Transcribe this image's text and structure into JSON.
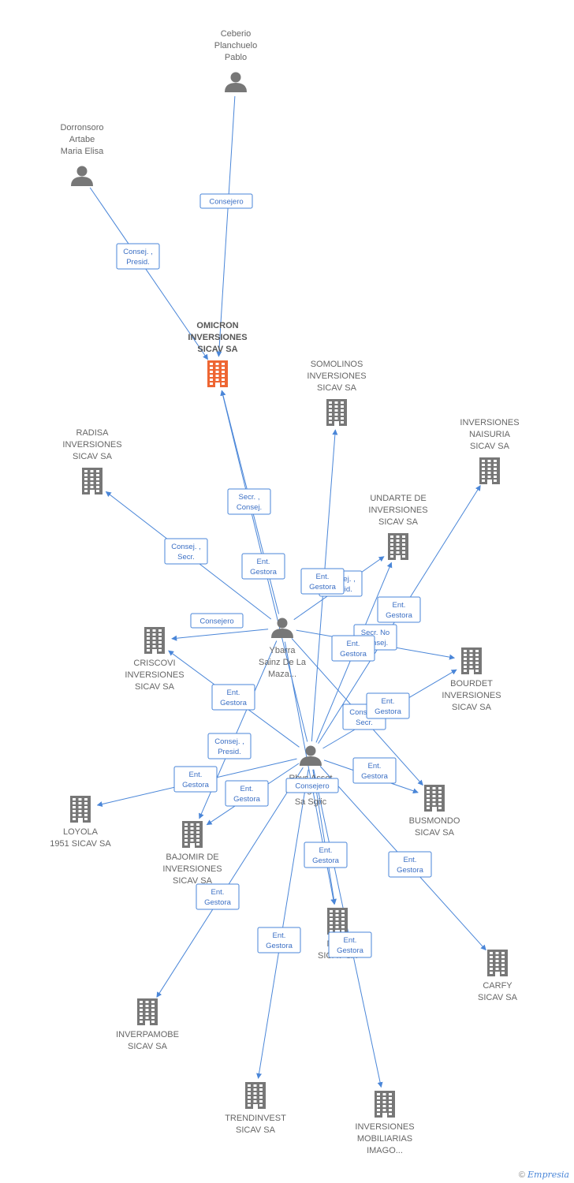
{
  "colors": {
    "edge": "#4a86d8",
    "node": "#777777",
    "main_node": "#ee6633"
  },
  "nodes": [
    {
      "id": "omicron",
      "kind": "company",
      "main": true,
      "label": [
        "OMICRON",
        "INVERSIONES",
        "SICAV SA"
      ]
    },
    {
      "id": "ceberio",
      "kind": "person",
      "label": [
        "Ceberio",
        "Planchuelo",
        "Pablo"
      ]
    },
    {
      "id": "dorronsoro",
      "kind": "person",
      "label": [
        "Dorronsoro",
        "Artabe",
        "Maria Elisa"
      ]
    },
    {
      "id": "ybarra",
      "kind": "person",
      "label": [
        "Ybarra",
        "Sainz De La",
        "Maza..."
      ]
    },
    {
      "id": "rbvs",
      "kind": "person",
      "label": [
        "Rbvs Asset",
        "Management",
        "Sa Sgiic"
      ]
    },
    {
      "id": "somolinos",
      "kind": "company",
      "label": [
        "SOMOLINOS",
        "INVERSIONES",
        "SICAV SA"
      ]
    },
    {
      "id": "radisa",
      "kind": "company",
      "label": [
        "RADISA",
        "INVERSIONES",
        "SICAV SA"
      ]
    },
    {
      "id": "naisuria",
      "kind": "company",
      "label": [
        "INVERSIONES",
        "NAISURIA",
        "SICAV SA"
      ]
    },
    {
      "id": "undarte",
      "kind": "company",
      "label": [
        "UNDARTE DE",
        "INVERSIONES",
        "SICAV SA"
      ]
    },
    {
      "id": "criscovi",
      "kind": "company",
      "label": [
        "CRISCOVI",
        "INVERSIONES",
        "SICAV SA"
      ]
    },
    {
      "id": "bourdet",
      "kind": "company",
      "label": [
        "BOURDET",
        "INVERSIONES",
        "SICAV SA"
      ]
    },
    {
      "id": "loyola",
      "kind": "company",
      "label": [
        "LOYOLA",
        "1951 SICAV SA"
      ]
    },
    {
      "id": "bajomir",
      "kind": "company",
      "label": [
        "BAJOMIR DE",
        "INVERSIONES",
        "SICAV SA"
      ]
    },
    {
      "id": "busmondo",
      "kind": "company",
      "label": [
        "BUSMONDO",
        "SICAV SA"
      ]
    },
    {
      "id": "mo",
      "kind": "company",
      "label": [
        "MO...",
        "SICAV SA"
      ]
    },
    {
      "id": "carfy",
      "kind": "company",
      "label": [
        "CARFY",
        "SICAV SA"
      ]
    },
    {
      "id": "inverpamobe",
      "kind": "company",
      "label": [
        "INVERPAMOBE",
        "SICAV SA"
      ]
    },
    {
      "id": "trendinvest",
      "kind": "company",
      "label": [
        "TRENDINVEST",
        "SICAV SA"
      ]
    },
    {
      "id": "imago",
      "kind": "company",
      "label": [
        "INVERSIONES",
        "MOBILIARIAS",
        "IMAGO..."
      ]
    }
  ],
  "edges": [
    {
      "from": "ceberio",
      "to": "omicron",
      "label": [
        "Consejero"
      ]
    },
    {
      "from": "dorronsoro",
      "to": "omicron",
      "label": [
        "Consej. ,",
        "Presid."
      ]
    },
    {
      "from": "ybarra",
      "to": "omicron",
      "label": [
        "Secr. ,",
        "Consej."
      ]
    },
    {
      "from": "rbvs",
      "to": "omicron",
      "label": [
        "Ent.",
        "Gestora"
      ]
    },
    {
      "from": "ybarra",
      "to": "radisa",
      "label": [
        "Consej. ,",
        "Secr."
      ]
    },
    {
      "from": "ybarra",
      "to": "criscovi",
      "label": [
        "Consejero"
      ]
    },
    {
      "from": "ybarra",
      "to": "undarte",
      "label": [
        "Consej. ,",
        "Presid."
      ]
    },
    {
      "from": "ybarra",
      "to": "bourdet",
      "label": [
        "Secr. No",
        "Consej."
      ]
    },
    {
      "from": "ybarra",
      "to": "busmondo",
      "label": [
        "Consej. ,",
        "Secr."
      ]
    },
    {
      "from": "ybarra",
      "to": "bajomir",
      "label": [
        "Consej. ,",
        "Presid."
      ]
    },
    {
      "from": "ybarra",
      "to": "mo",
      "label": [
        "Consejero"
      ]
    },
    {
      "from": "rbvs",
      "to": "somolinos",
      "label": [
        "Ent.",
        "Gestora"
      ]
    },
    {
      "from": "rbvs",
      "to": "naisuria",
      "label": [
        "Ent.",
        "Gestora"
      ]
    },
    {
      "from": "rbvs",
      "to": "undarte",
      "label": [
        "Ent.",
        "Gestora"
      ]
    },
    {
      "from": "rbvs",
      "to": "bourdet",
      "label": [
        "Ent.",
        "Gestora"
      ]
    },
    {
      "from": "rbvs",
      "to": "criscovi",
      "label": [
        "Ent.",
        "Gestora"
      ]
    },
    {
      "from": "rbvs",
      "to": "busmondo",
      "label": [
        "Ent.",
        "Gestora"
      ]
    },
    {
      "from": "rbvs",
      "to": "loyola",
      "label": [
        "Ent.",
        "Gestora"
      ]
    },
    {
      "from": "rbvs",
      "to": "bajomir",
      "label": [
        "Ent.",
        "Gestora"
      ]
    },
    {
      "from": "rbvs",
      "to": "mo",
      "label": [
        "Ent.",
        "Gestora"
      ]
    },
    {
      "from": "rbvs",
      "to": "carfy",
      "label": [
        "Ent.",
        "Gestora"
      ]
    },
    {
      "from": "rbvs",
      "to": "inverpamobe",
      "label": [
        "Ent.",
        "Gestora"
      ]
    },
    {
      "from": "rbvs",
      "to": "trendinvest",
      "label": [
        "Ent.",
        "Gestora"
      ]
    },
    {
      "from": "rbvs",
      "to": "imago",
      "label": [
        "Ent.",
        "Gestora"
      ]
    }
  ],
  "footer": {
    "copyright": "©",
    "brand": "Empresia"
  }
}
